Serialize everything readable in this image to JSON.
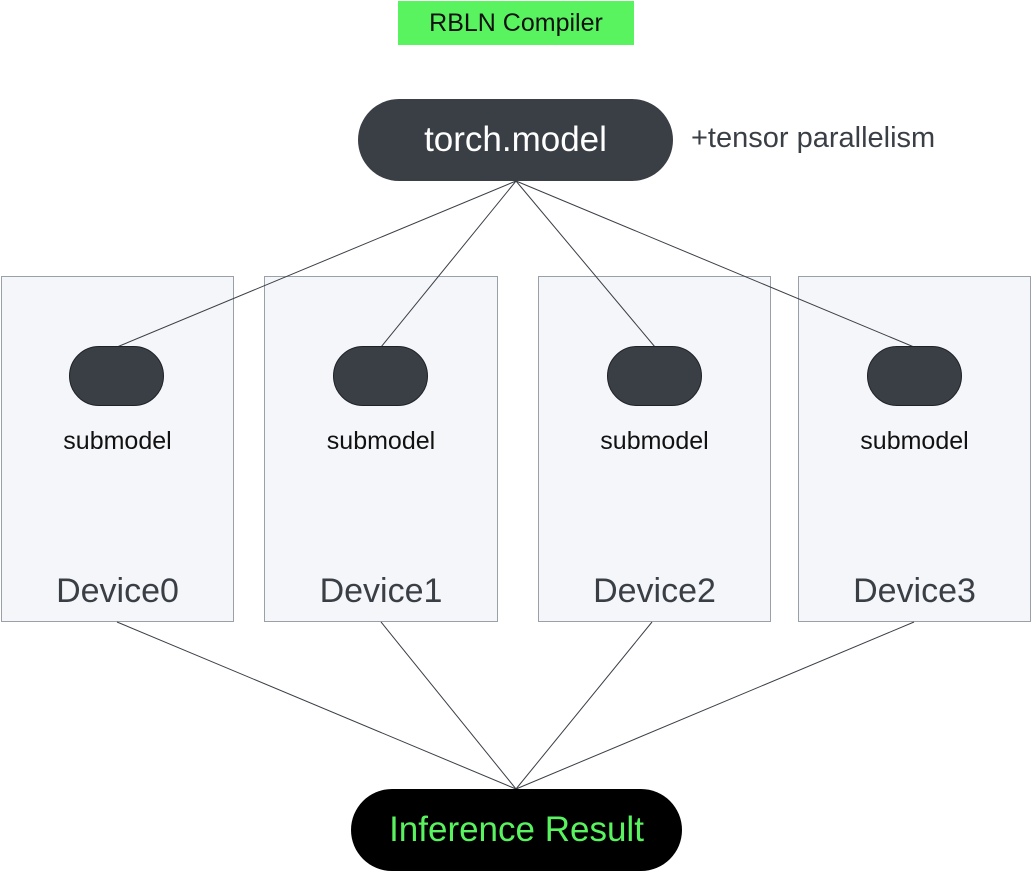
{
  "diagram": {
    "compiler_label": "RBLN Compiler",
    "source_node": "torch.model",
    "strategy_note": "+tensor parallelism",
    "devices": [
      {
        "device_label": "Device0",
        "submodel_label": "submodel"
      },
      {
        "device_label": "Device1",
        "submodel_label": "submodel"
      },
      {
        "device_label": "Device2",
        "submodel_label": "submodel"
      },
      {
        "device_label": "Device3",
        "submodel_label": "submodel"
      }
    ],
    "result_node": "Inference Result",
    "colors": {
      "accent_green": "#59f35f",
      "node_dark": "#3a3f46",
      "result_black": "#000000",
      "device_fill": "#f5f6fa",
      "device_border": "#9aa0a8"
    }
  }
}
